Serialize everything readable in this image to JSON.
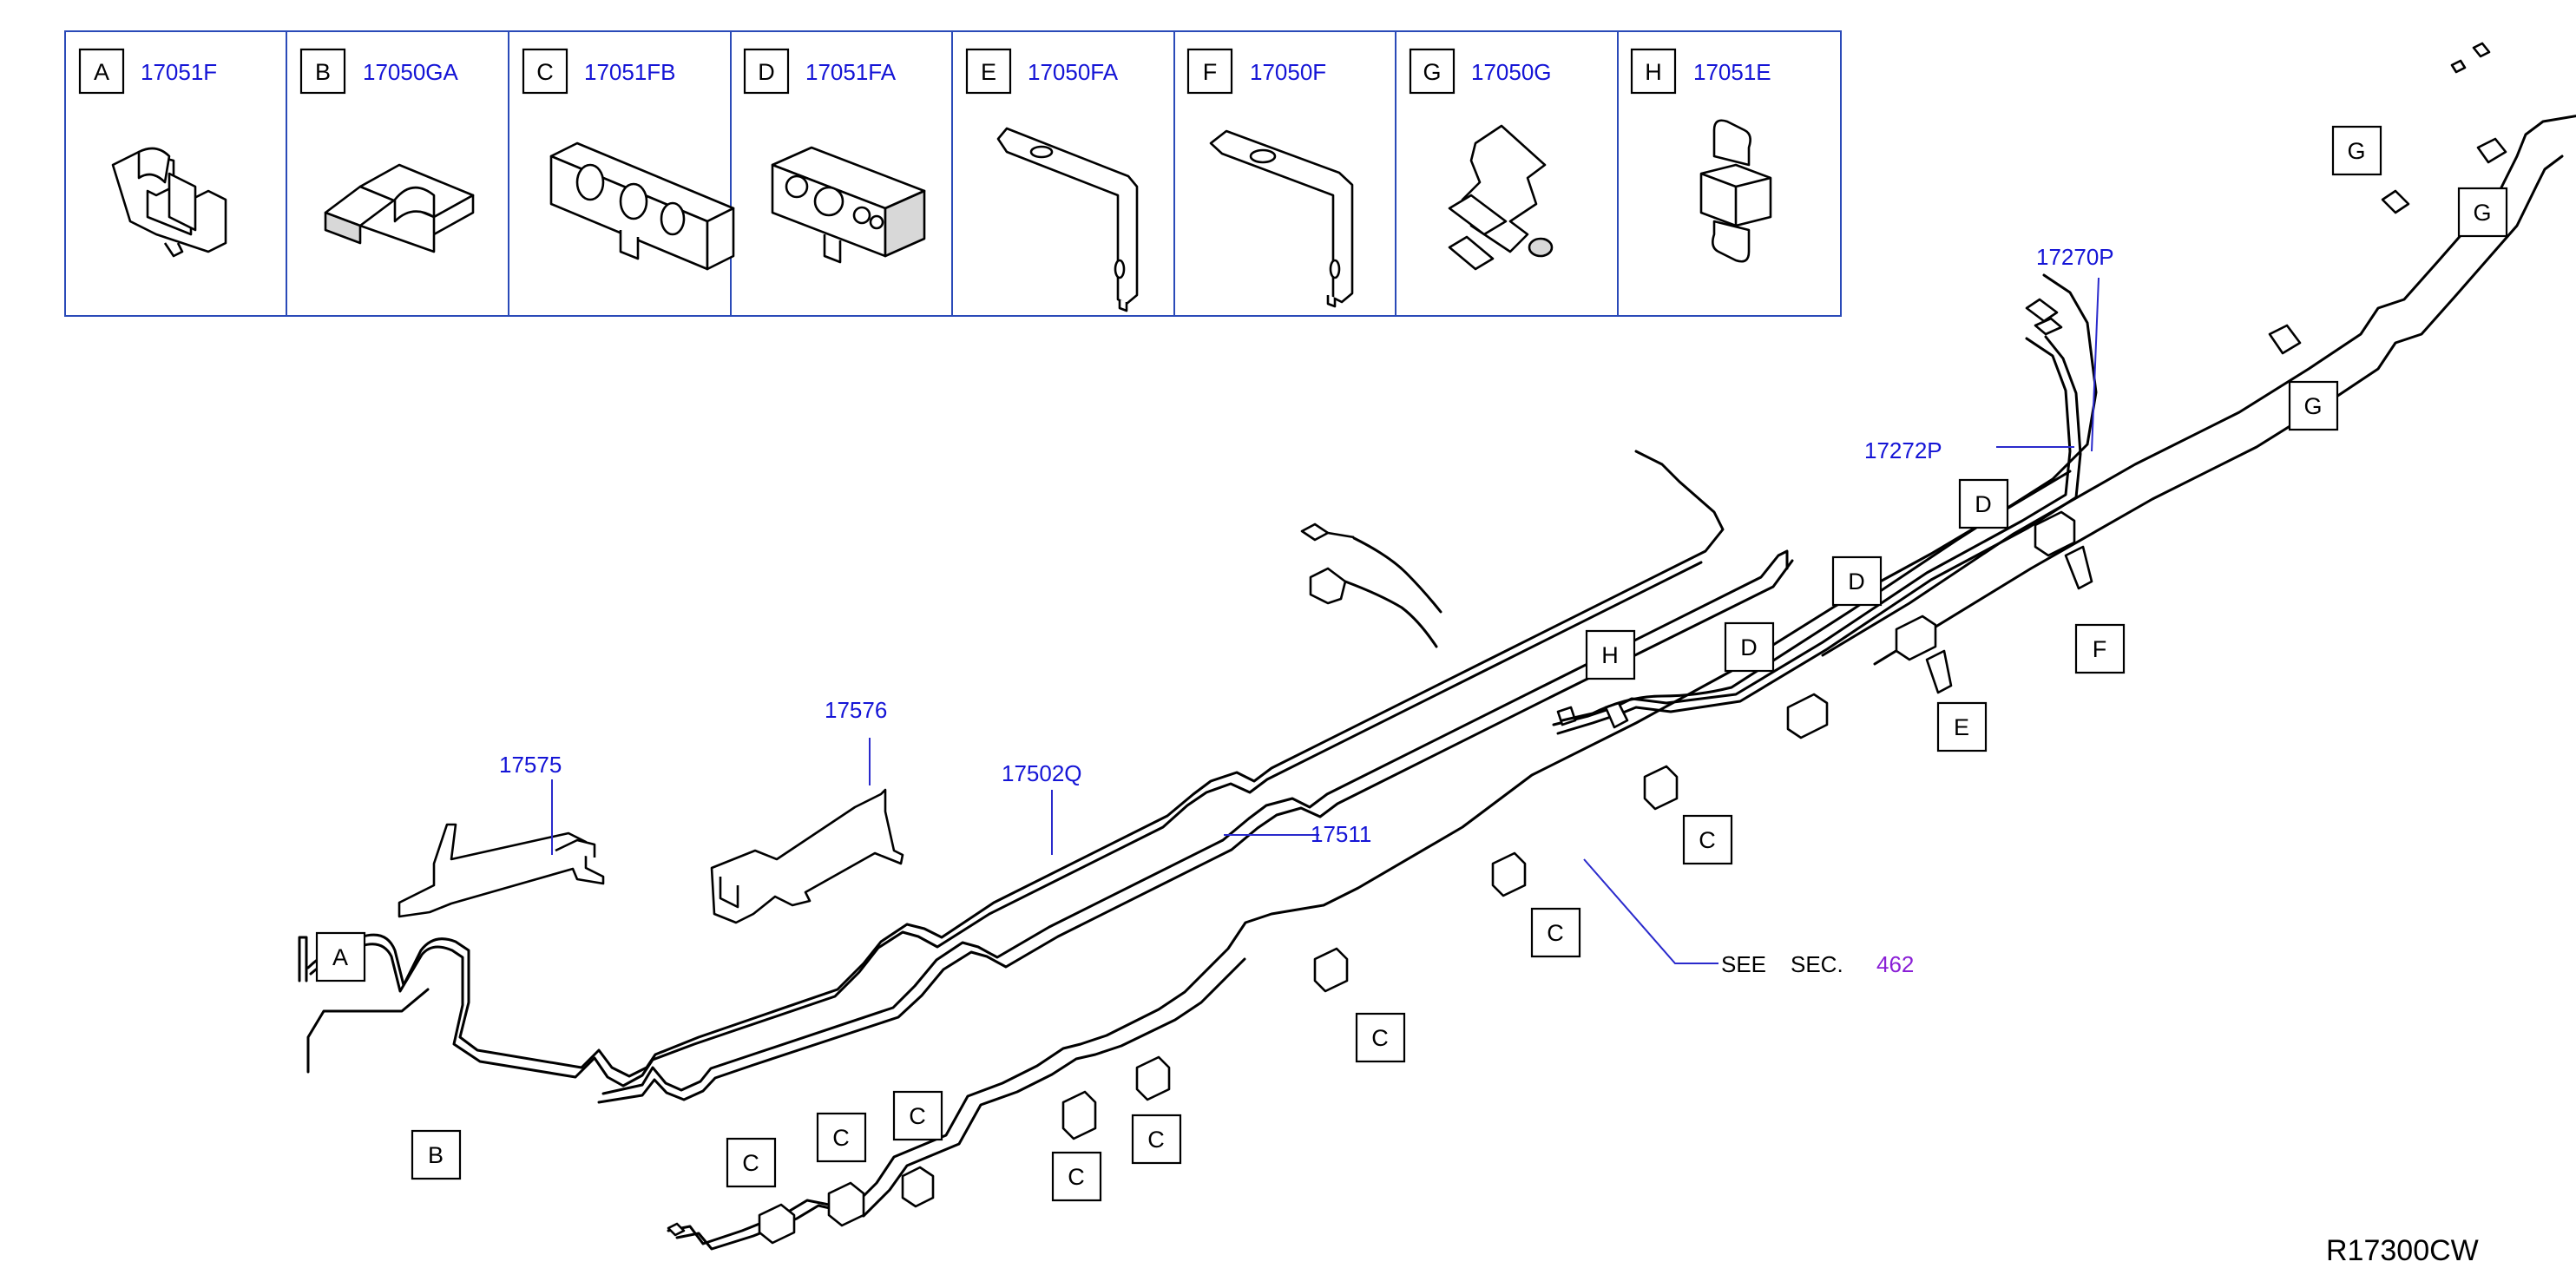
{
  "legend": [
    {
      "letter": "A",
      "part": "17051F"
    },
    {
      "letter": "B",
      "part": "17050GA"
    },
    {
      "letter": "C",
      "part": "17051FB"
    },
    {
      "letter": "D",
      "part": "17051FA"
    },
    {
      "letter": "E",
      "part": "17050FA"
    },
    {
      "letter": "F",
      "part": "17050F"
    },
    {
      "letter": "G",
      "part": "17050G"
    },
    {
      "letter": "H",
      "part": "17051E"
    }
  ],
  "part_numbers": {
    "p17575": "17575",
    "p17576": "17576",
    "p17502Q": "17502Q",
    "p17511": "17511",
    "p17270P": "17270P",
    "p17272P": "17272P"
  },
  "callouts": {
    "A": "A",
    "B": "B",
    "C": "C",
    "D": "D",
    "E": "E",
    "F": "F",
    "G": "G",
    "H": "H"
  },
  "see_section": {
    "see": "SEE",
    "sec": "SEC.",
    "number": "462"
  },
  "diagram_code": "R17300CW",
  "colors": {
    "part_number": "#1414d6",
    "section_link": "#8a1fd6",
    "frame": "#2a4ab8",
    "ink": "#000000"
  }
}
